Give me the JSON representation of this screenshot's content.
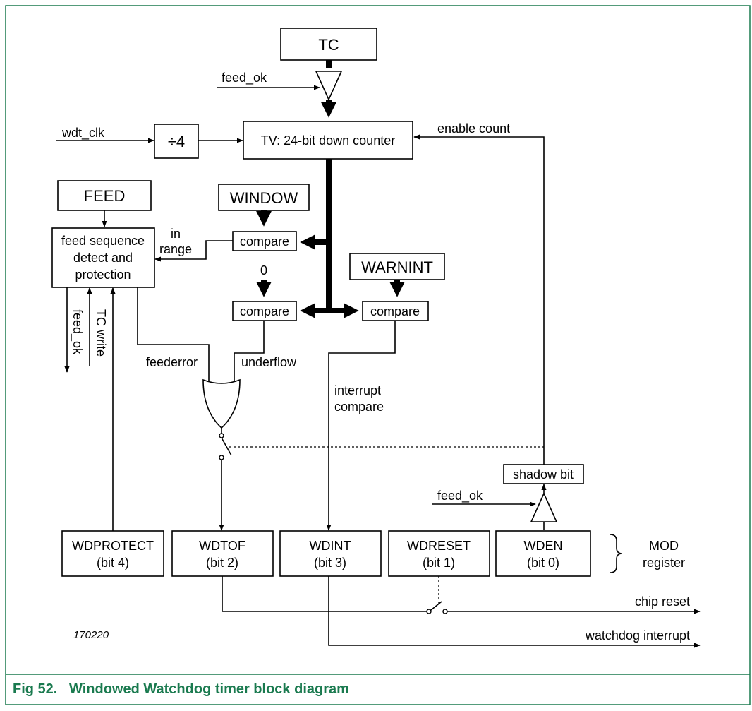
{
  "blocks": {
    "tc": "TC",
    "div4": "÷4",
    "tv": "TV: 24-bit down counter",
    "feed": "FEED",
    "window": "WINDOW",
    "warnint": "WARNINT",
    "zero": "0",
    "compare": "compare",
    "feed_seq": [
      "feed sequence",
      "detect and",
      "protection"
    ],
    "shadow": "shadow bit"
  },
  "signals": {
    "feed_ok": "feed_ok",
    "wdt_clk": "wdt_clk",
    "enable_count": "enable count",
    "in_range": [
      "in",
      "range"
    ],
    "tc_write": "TC write",
    "feederror": "feederror",
    "underflow": "underflow",
    "interrupt_compare": [
      "interrupt",
      "compare"
    ],
    "chip_reset": "chip reset",
    "watchdog_interrupt": "watchdog interrupt"
  },
  "mod_bits": [
    {
      "name": "WDPROTECT",
      "bit": "(bit 4)"
    },
    {
      "name": "WDTOF",
      "bit": "(bit 2)"
    },
    {
      "name": "WDINT",
      "bit": "(bit 3)"
    },
    {
      "name": "WDRESET",
      "bit": "(bit 1)"
    },
    {
      "name": "WDEN",
      "bit": "(bit 0)"
    }
  ],
  "mod_register": [
    "MOD",
    "register"
  ],
  "figure_id": "170220",
  "caption": "Fig 52.   Windowed Watchdog timer block diagram",
  "colors": {
    "frame": "#1a7a4f",
    "caption": "#1a7a4f"
  }
}
